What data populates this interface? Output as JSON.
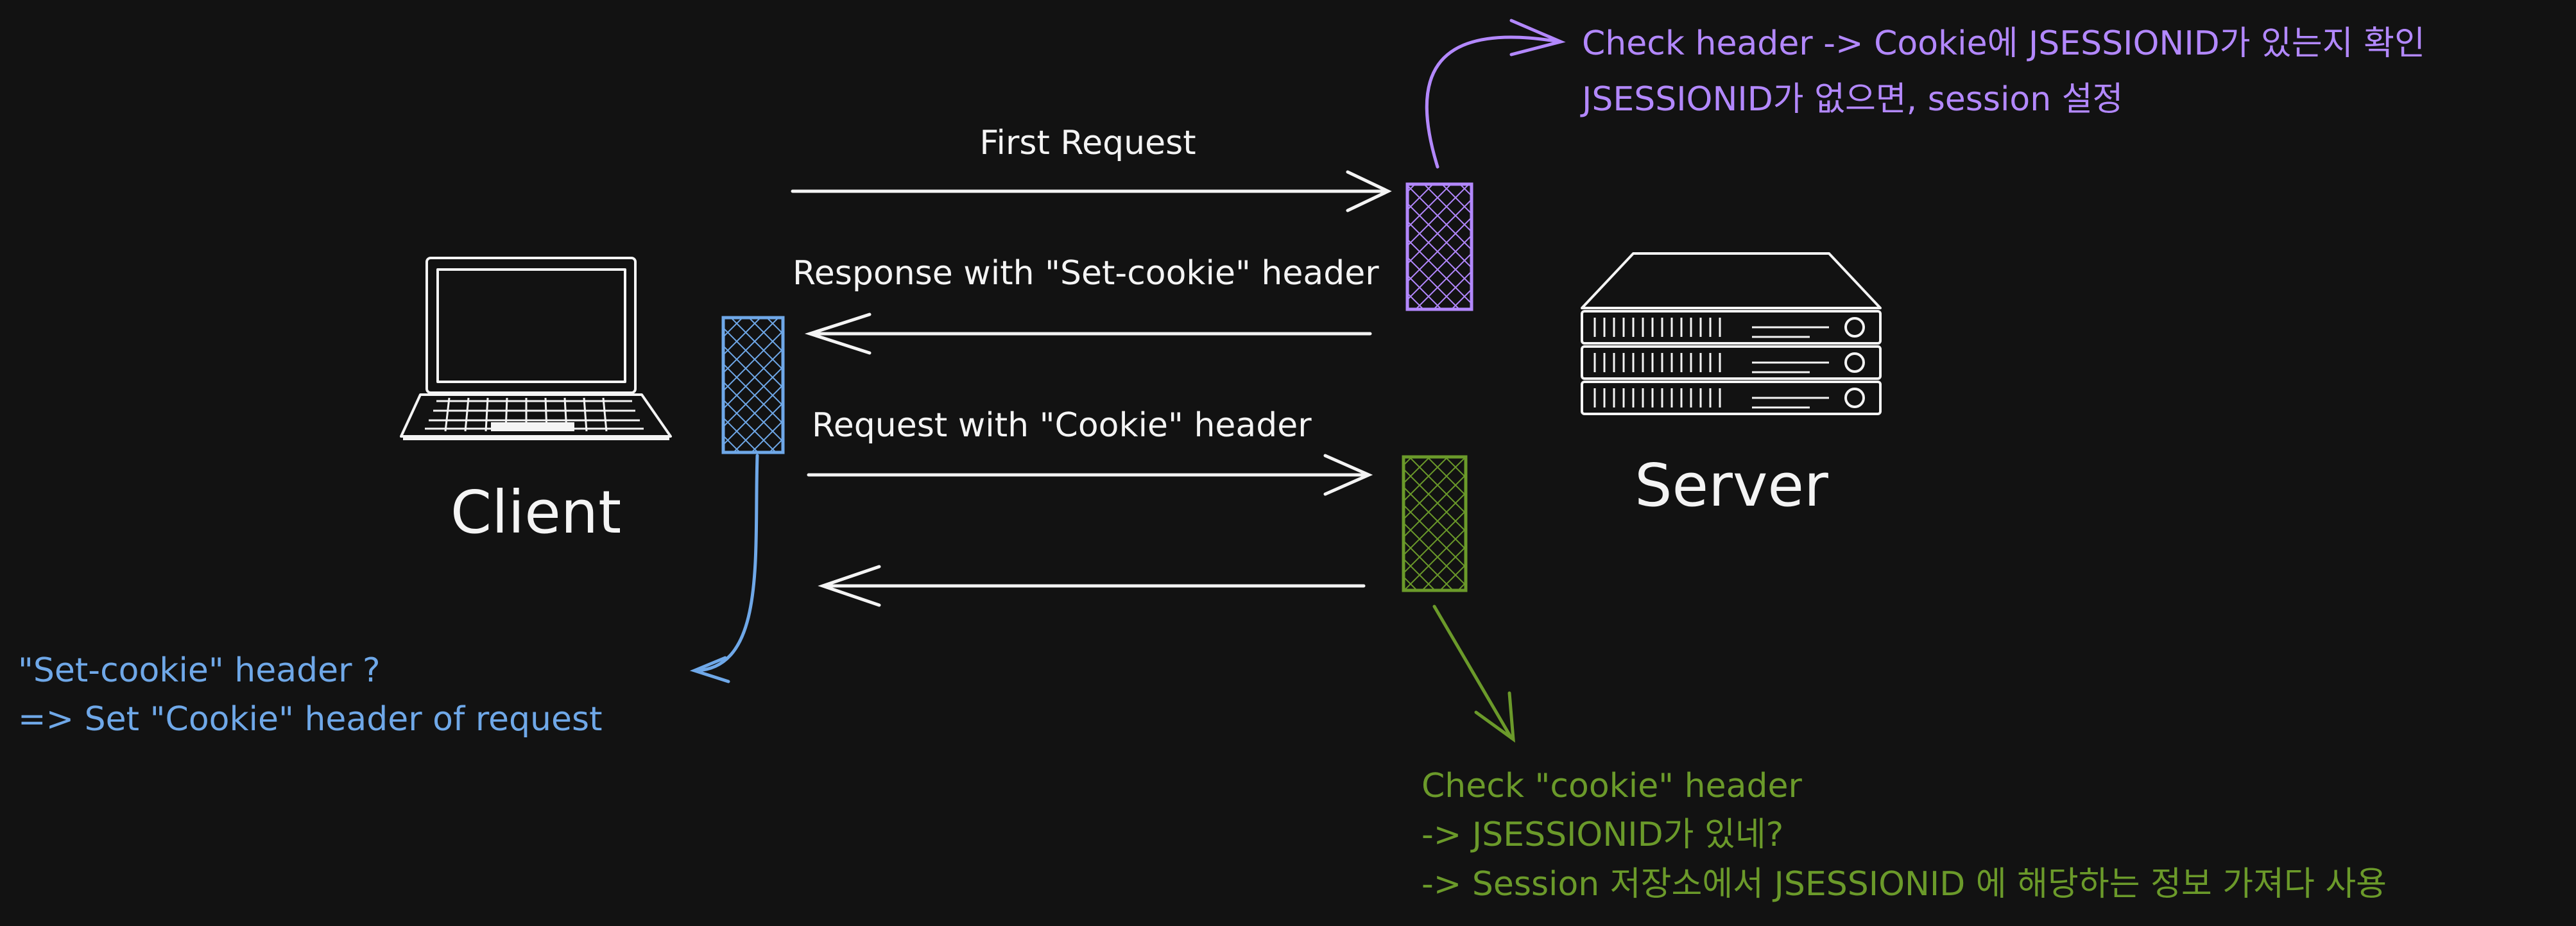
{
  "colors": {
    "background": "#121212",
    "white": "#f4f4f4",
    "purple": "#b388ff",
    "blue": "#6fa8e8",
    "green": "#6b9a2a"
  },
  "labels": {
    "client": "Client",
    "server": "Server",
    "first_request": "First Request",
    "response_set_cookie": "Response with \"Set-cookie\" header",
    "request_with_cookie": "Request with \"Cookie\" header"
  },
  "notes": {
    "server_check": [
      "Check header -> Cookie에 JSESSIONID가 있는지 확인",
      "JSESSIONID가 없으면, session 설정"
    ],
    "client_set": [
      "\"Set-cookie\" header ?",
      "=> Set \"Cookie\" header of request"
    ],
    "server_cookie_check": [
      "Check \"cookie\" header",
      "-> JSESSIONID가 있네?",
      "-> Session 저장소에서 JSESSIONID 에 해당하는 정보 가져다 사용"
    ]
  },
  "icons": {
    "client": "laptop-icon",
    "server": "server-rack-icon"
  }
}
